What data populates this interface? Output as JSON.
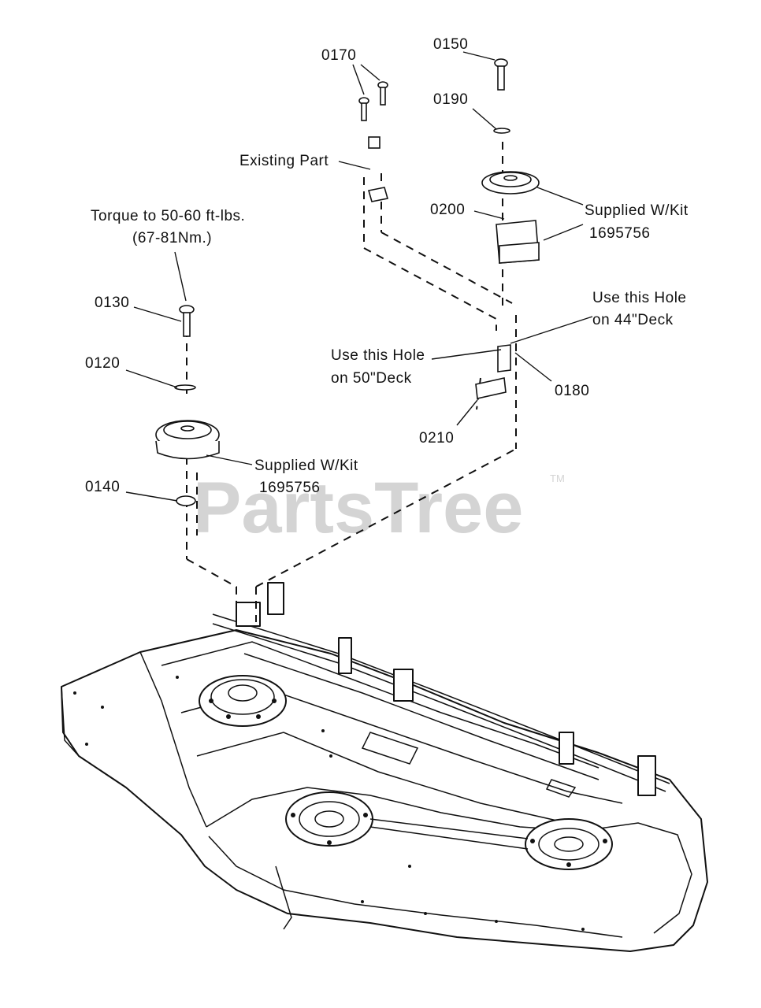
{
  "callouts": {
    "p0170": "0170",
    "p0150": "0150",
    "p0190": "0190",
    "p0200": "0200",
    "p0130": "0130",
    "p0120": "0120",
    "p0140": "0140",
    "p0180": "0180",
    "p0210": "0210"
  },
  "notes": {
    "existing_part": "Existing Part",
    "torque_line1": "Torque to 50-60 ft-lbs.",
    "torque_line2": "(67-81Nm.)",
    "supplied_top_line1": "Supplied W/Kit",
    "supplied_top_line2": "1695756",
    "supplied_left_line1": "Supplied W/Kit",
    "supplied_left_line2": "1695756",
    "hole44_line1": "Use this Hole",
    "hole44_line2": "on 44\"Deck",
    "hole50_line1": "Use this Hole",
    "hole50_line2": "on 50\"Deck"
  },
  "watermark": {
    "text": "PartsTree",
    "trademark": "TM"
  }
}
